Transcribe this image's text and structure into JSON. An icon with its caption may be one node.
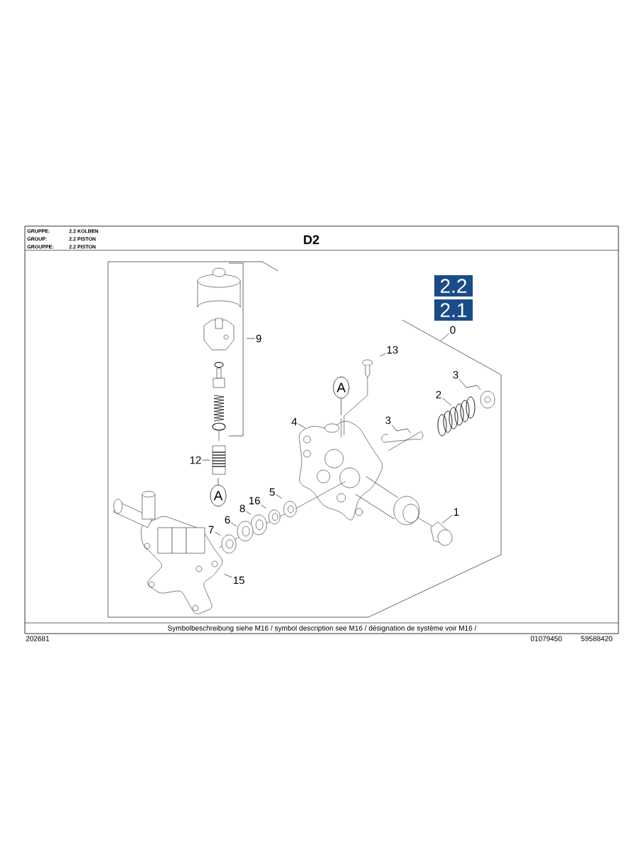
{
  "diagram": {
    "nodes": [
      {
        "text": [
          "2.2"
        ]
      },
      {
        "text": [
          "2.1"
        ]
      },
      {
        "text": [
          "9"
        ]
      },
      {
        "text": [
          "0"
        ]
      },
      {
        "text": [
          "13"
        ]
      },
      {
        "text": [
          "3"
        ]
      },
      {
        "text": [
          "A"
        ]
      },
      {
        "text": [
          "2"
        ]
      },
      {
        "text": [
          "4"
        ]
      },
      {
        "text": [
          "3"
        ]
      },
      {
        "text": [
          "12"
        ]
      },
      {
        "text": [
          "A"
        ]
      },
      {
        "text": [
          "5"
        ]
      },
      {
        "text": [
          "16"
        ]
      },
      {
        "text": [
          "8"
        ]
      },
      {
        "text": [
          "6"
        ]
      },
      {
        "text": [
          "1"
        ]
      },
      {
        "text": [
          "7"
        ]
      },
      {
        "text": [
          "15"
        ]
      }
    ],
    "edges": [
      {
        "from": 2,
        "to": null,
        "arrow": "none"
      },
      {
        "from": 3,
        "to": null,
        "arrow": "none"
      },
      {
        "from": 4,
        "to": null,
        "arrow": "none"
      },
      {
        "from": 5,
        "to": null,
        "arrow": "none"
      },
      {
        "from": 6,
        "to": null,
        "arrow": "none"
      },
      {
        "from": 7,
        "to": null,
        "arrow": "none"
      },
      {
        "from": 8,
        "to": null,
        "arrow": "none"
      },
      {
        "from": 9,
        "to": null,
        "arrow": "none"
      },
      {
        "from": 10,
        "to": null,
        "arrow": "none"
      },
      {
        "from": 11,
        "to": null,
        "arrow": "none"
      },
      {
        "from": 12,
        "to": null,
        "arrow": "none"
      },
      {
        "from": 13,
        "to": null,
        "arrow": "none"
      },
      {
        "from": 14,
        "to": null,
        "arrow": "none"
      },
      {
        "from": 15,
        "to": null,
        "arrow": "none"
      },
      {
        "from": 16,
        "to": null,
        "arrow": "none"
      },
      {
        "from": 17,
        "to": null,
        "arrow": "none"
      },
      {
        "from": 18,
        "to": null,
        "arrow": "none"
      }
    ],
    "labels": [
      "GRUPPE:",
      "2.2 KOLBEN",
      "GROUP:",
      "2.2 PISTON",
      "GROUPPE:",
      "2.2 PISTON",
      "D2",
      "Symbolbeschreibung siehe M16 / symbol description see M16 / désignation de système voir M16 /",
      "202681",
      "01079450",
      "59588420"
    ]
  }
}
